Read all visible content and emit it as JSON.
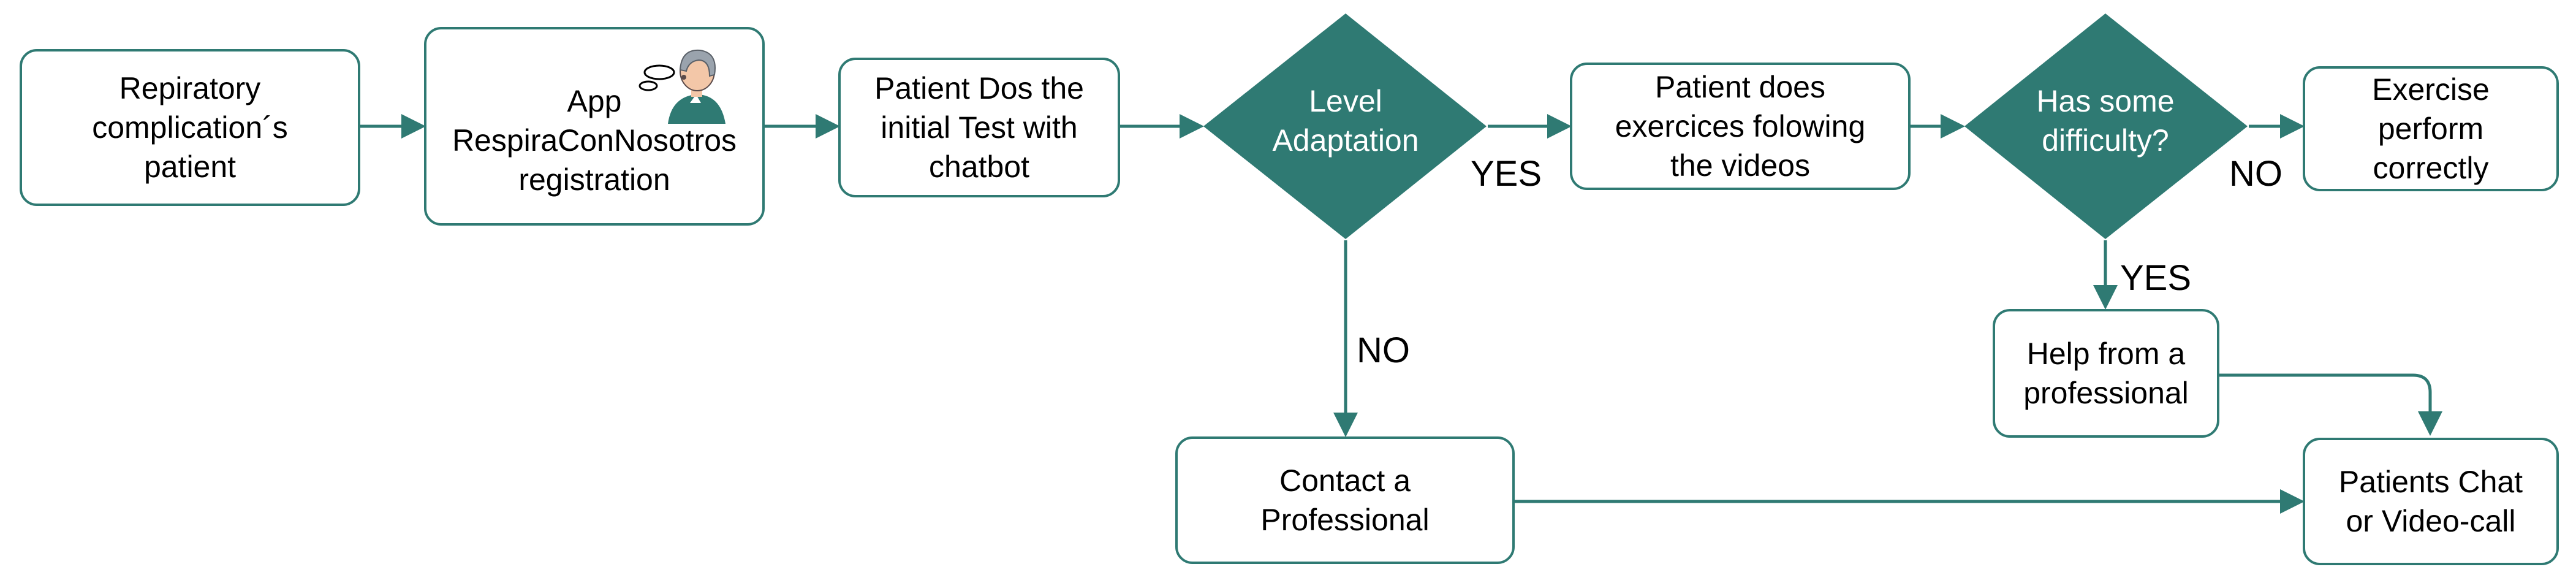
{
  "colors": {
    "stroke": "#2f7a73",
    "diamond_fill": "#2f7a73",
    "text": "#000000",
    "diamond_text": "#ffffff"
  },
  "nodes": {
    "patient": "Repiratory\ncomplication´s\npatient",
    "app_registration": "App\nRespiraConNosotros\nregistration",
    "initial_test": "Patient Dos the\ninitial Test with\nchatbot",
    "level_adaptation": "Level\nAdaptation",
    "exercises": "Patient does\nexercices folowing\nthe videos",
    "difficulty": "Has some\ndifficulty?",
    "perform_correctly": "Exercise\nperform\ncorrectly",
    "help_professional": "Help from a\nprofessional",
    "contact_professional": "Contact a\nProfessional",
    "chat_videocall": "Patients Chat\nor Video-call"
  },
  "edge_labels": {
    "level_yes": "YES",
    "level_no": "NO",
    "difficulty_no": "NO",
    "difficulty_yes": "YES"
  },
  "icons": {
    "app_icon": "person-breathing-icon"
  }
}
